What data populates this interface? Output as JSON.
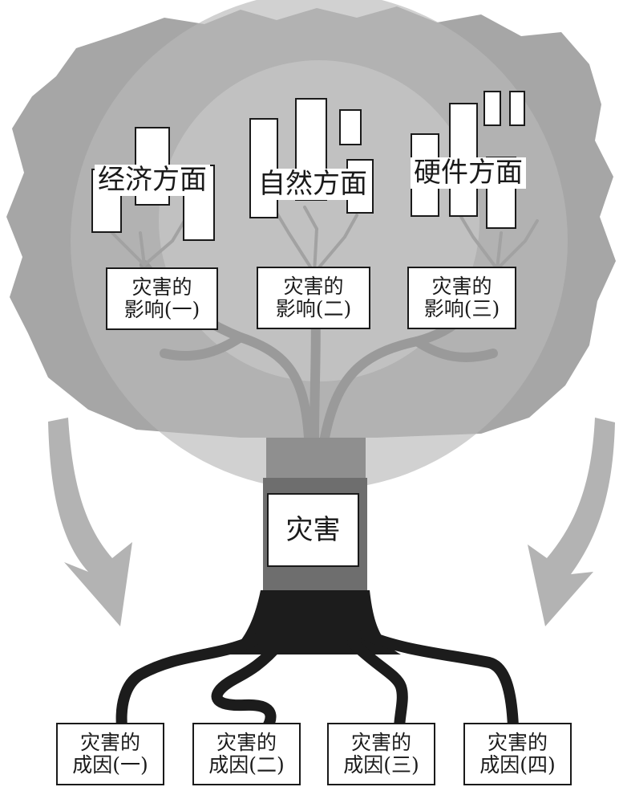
{
  "categories": [
    {
      "label": "经济方面",
      "impact_line1": "灾害的",
      "impact_line2": "影响(一)"
    },
    {
      "label": "自然方面",
      "impact_line1": "灾害的",
      "impact_line2": "影响(二)"
    },
    {
      "label": "硬件方面",
      "impact_line1": "灾害的",
      "impact_line2": "影响(三)"
    }
  ],
  "trunk_label": "灾害",
  "causes": [
    {
      "line1": "灾害的",
      "line2": "成因(一)"
    },
    {
      "line1": "灾害的",
      "line2": "成因(二)"
    },
    {
      "line1": "灾害的",
      "line2": "成因(三)"
    },
    {
      "line1": "灾害的",
      "line2": "成因(四)"
    }
  ],
  "colors": {
    "crown_outer": "#a6a6a6",
    "crown_mid": "#b8b8b8",
    "crown_inner": "#cccccc",
    "branches": "#9a9a9a",
    "trunk_light": "#8f8f8f",
    "trunk_mid": "#6e6e6e",
    "trunk_dark": "#1c1c1c",
    "arrow": "#b3b3b3",
    "outline": "#1a1a1a"
  }
}
